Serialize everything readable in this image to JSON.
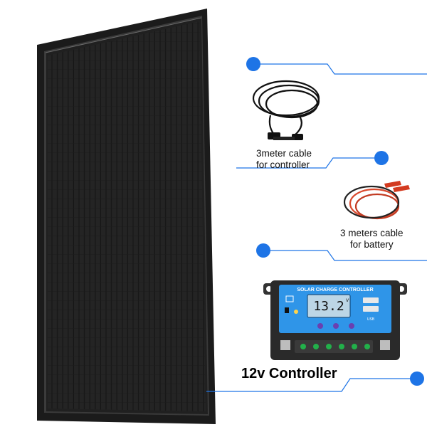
{
  "colors": {
    "accent": "#1e74e6",
    "panel_frame": "#1c1c1c",
    "panel_cells": "#262626",
    "controller_body": "#2a2a2a",
    "controller_face": "#2f95e8",
    "lcd": "#bcd6e6",
    "red_cable": "#d9482c"
  },
  "items": {
    "controller_cable": {
      "line1": "3meter cable",
      "line2": "for controller"
    },
    "battery_cable": {
      "line1": "3 meters cable",
      "line2": "for battery"
    },
    "controller": {
      "title": "12v Controller",
      "face_label": "SOLAR CHARGE CONTROLLER",
      "lcd_value": "13.2",
      "lcd_unit": "V",
      "usb_label": "USB"
    }
  },
  "icons": [
    "accent-dot-icon",
    "usb-port-icon",
    "battery-icon",
    "bulb-icon"
  ]
}
